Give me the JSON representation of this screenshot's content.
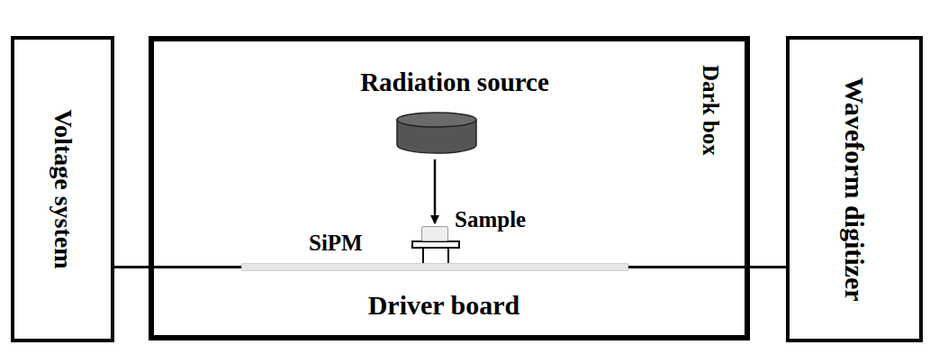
{
  "diagram": {
    "nodes": [
      {
        "text": [
          "Voltage system"
        ]
      },
      {
        "text": [
          "Dark box"
        ]
      },
      {
        "text": [
          "Waveform digitizer"
        ]
      },
      {
        "text": [
          "Radiation source"
        ],
        "in": 1
      },
      {
        "text": [
          "Sample"
        ],
        "in": 1
      },
      {
        "text": [
          "Driver board"
        ],
        "in": 1
      }
    ],
    "edges": [
      {
        "from": 0,
        "to": 5,
        "arrow": "none"
      },
      {
        "from": 5,
        "to": 2,
        "arrow": "none"
      },
      {
        "from": 3,
        "to": 4,
        "arrow": "to"
      }
    ],
    "labels": [
      "SiPM"
    ]
  }
}
